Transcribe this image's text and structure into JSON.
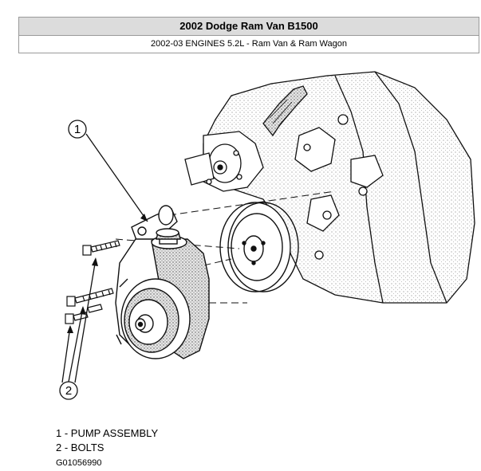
{
  "header": {
    "title": "2002 Dodge Ram Van B1500",
    "subtitle": "2002-03 ENGINES 5.2L - Ram Van & Ram Wagon"
  },
  "figure": {
    "callouts": [
      "1",
      "2"
    ]
  },
  "legend": {
    "items": [
      "1 - PUMP ASSEMBLY",
      "2 - BOLTS"
    ]
  },
  "figure_id": "G01056990"
}
